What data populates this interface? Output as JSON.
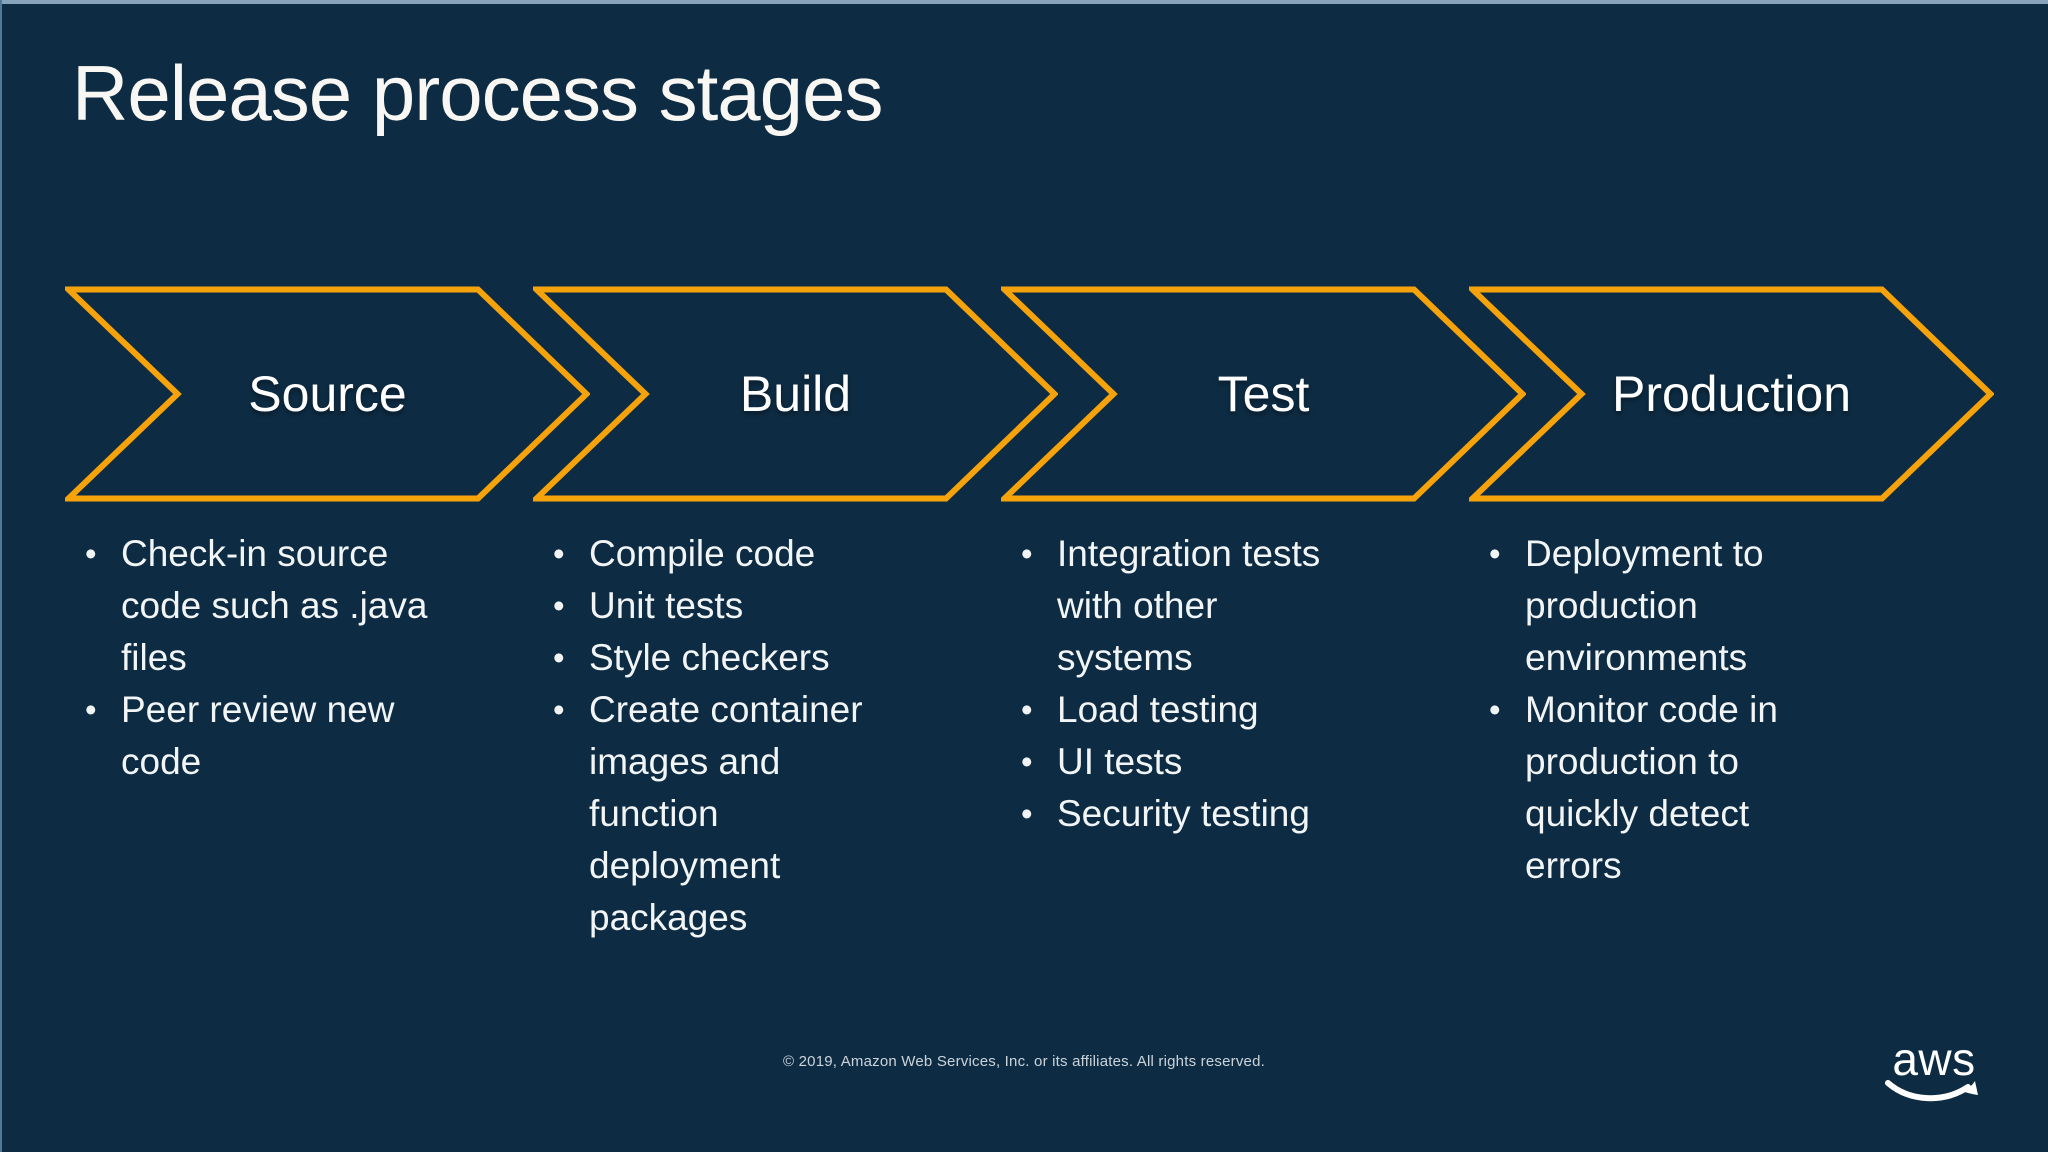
{
  "slide": {
    "title": "Release process stages",
    "footer": "© 2019, Amazon Web Services, Inc. or its affiliates. All rights reserved.",
    "logo_text": "aws",
    "icons": [
      "aws-smile-icon"
    ],
    "colors": {
      "background": "#0D2B42",
      "accent_orange": "#F6A30B",
      "text_white": "#F2F5F6",
      "title_white": "#F8F7F3",
      "footer_gray": "#CBD4DB",
      "top_edge_blue": "#87A3BC"
    }
  },
  "stages": [
    {
      "label": "Source",
      "bullets": [
        "Check-in source code such as .java files",
        "Peer review new code"
      ]
    },
    {
      "label": "Build",
      "bullets": [
        "Compile code",
        "Unit tests",
        "Style checkers",
        "Create container images and function deployment packages"
      ]
    },
    {
      "label": "Test",
      "bullets": [
        "Integration tests with other systems",
        "Load testing",
        "UI tests",
        "Security testing"
      ]
    },
    {
      "label": "Production",
      "bullets": [
        "Deployment to production environments",
        "Monitor code in production to quickly detect errors"
      ]
    }
  ]
}
